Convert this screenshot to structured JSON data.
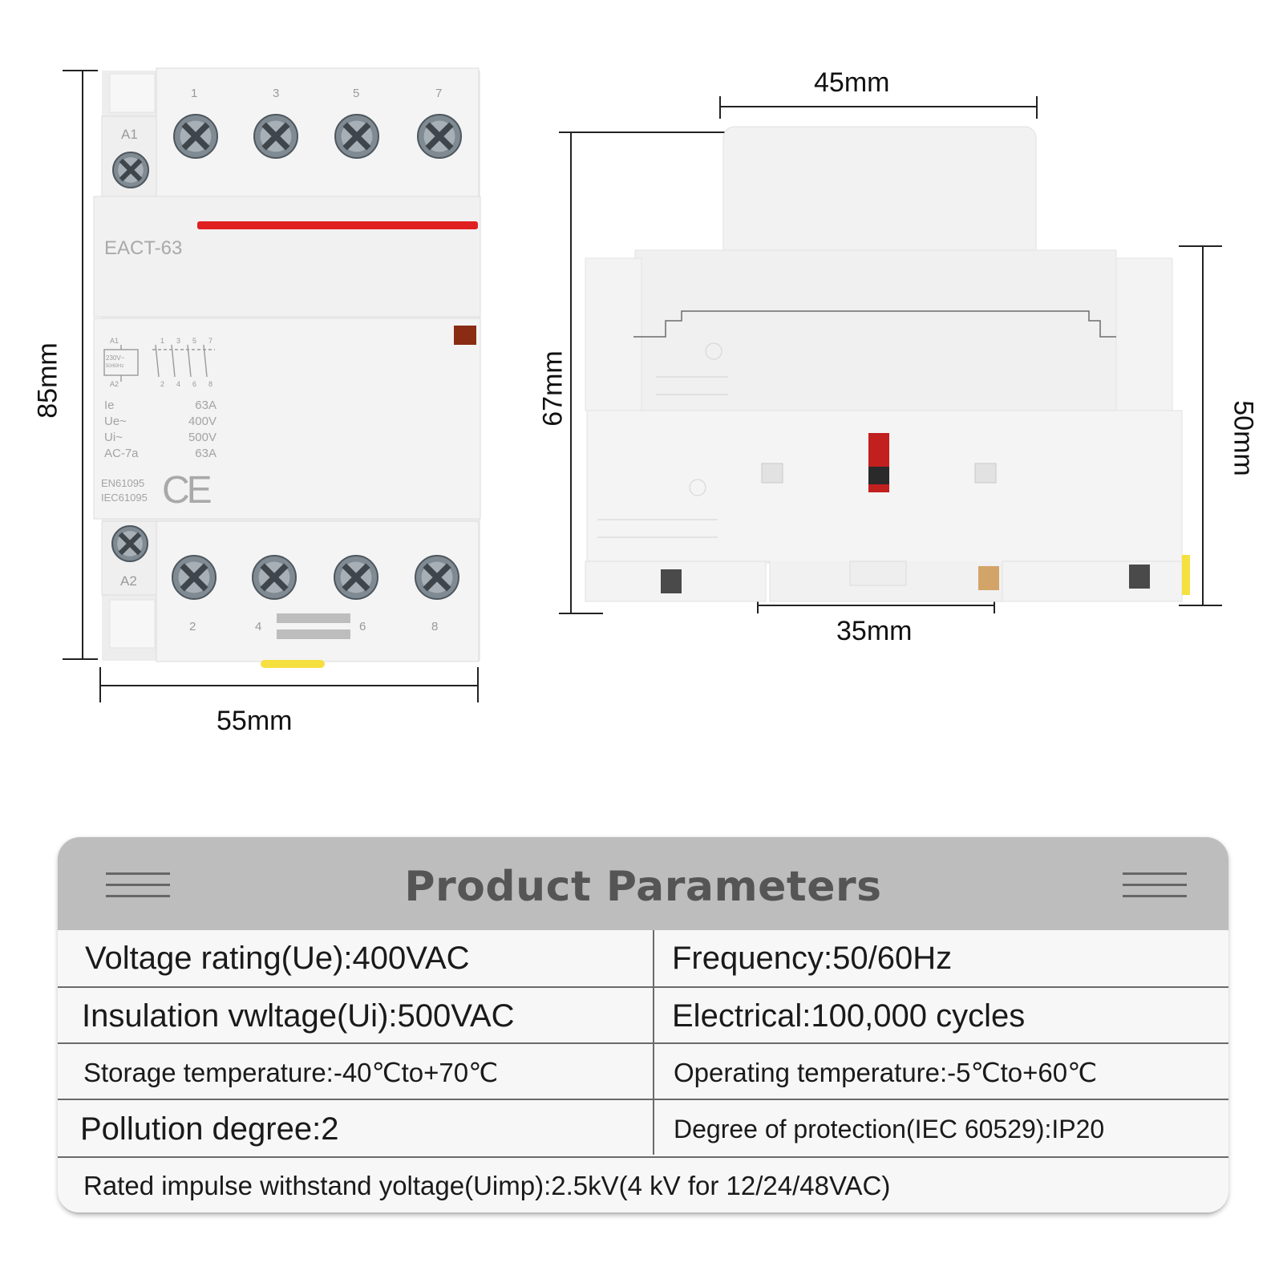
{
  "front_view": {
    "model_label": "EACT-63",
    "terminals_top": [
      "1",
      "3",
      "5",
      "7"
    ],
    "terminals_bottom": [
      "2",
      "4",
      "6",
      "8"
    ],
    "coil_top": "A1",
    "coil_bottom": "A2",
    "spec_lines": [
      {
        "key": "Ie",
        "value": "63A"
      },
      {
        "key": "Ue~",
        "value": "400V"
      },
      {
        "key": "Ui~",
        "value": "500V"
      },
      {
        "key": "AC-7a",
        "value": "63A"
      }
    ],
    "standards": [
      "EN61095",
      "IEC61095"
    ],
    "mark": "CE",
    "schematic": {
      "coil_top": "A1",
      "coil_bottom": "A2",
      "coil_rating_line1": "230V~",
      "coil_rating_line2": "50/60Hz",
      "contacts_top": [
        "1",
        "3",
        "5",
        "7"
      ],
      "contacts_bottom": [
        "2",
        "4",
        "6",
        "8"
      ]
    },
    "dim_height": "85mm",
    "dim_width": "55mm"
  },
  "side_view": {
    "dim_top": "45mm",
    "dim_left": "67mm",
    "dim_right": "50mm",
    "dim_bottom": "35mm"
  },
  "colors": {
    "accent_red": "#e02020",
    "indicator": "#b8201a",
    "panel_grey": "#bdbdbd",
    "table_bg": "#f7f7f7"
  },
  "parameters": {
    "title": "Product Parameters",
    "rows": [
      {
        "left": "Voltage rating(Ue):400VAC",
        "right": "Frequency:50/60Hz"
      },
      {
        "left": "Insulation vwltage(Ui):500VAC",
        "right": "Electrical:100,000 cycles"
      },
      {
        "left": "Storage temperature:-40℃to+70℃",
        "right": "Operating temperature:-5℃to+60℃"
      },
      {
        "left": "Pollution degree:2",
        "right": "Degree of protection(IEC 60529):IP20"
      }
    ],
    "full_row": "Rated impulse withstand yoltage(Uimp):2.5kV(4 kV for 12/24/48VAC)"
  }
}
